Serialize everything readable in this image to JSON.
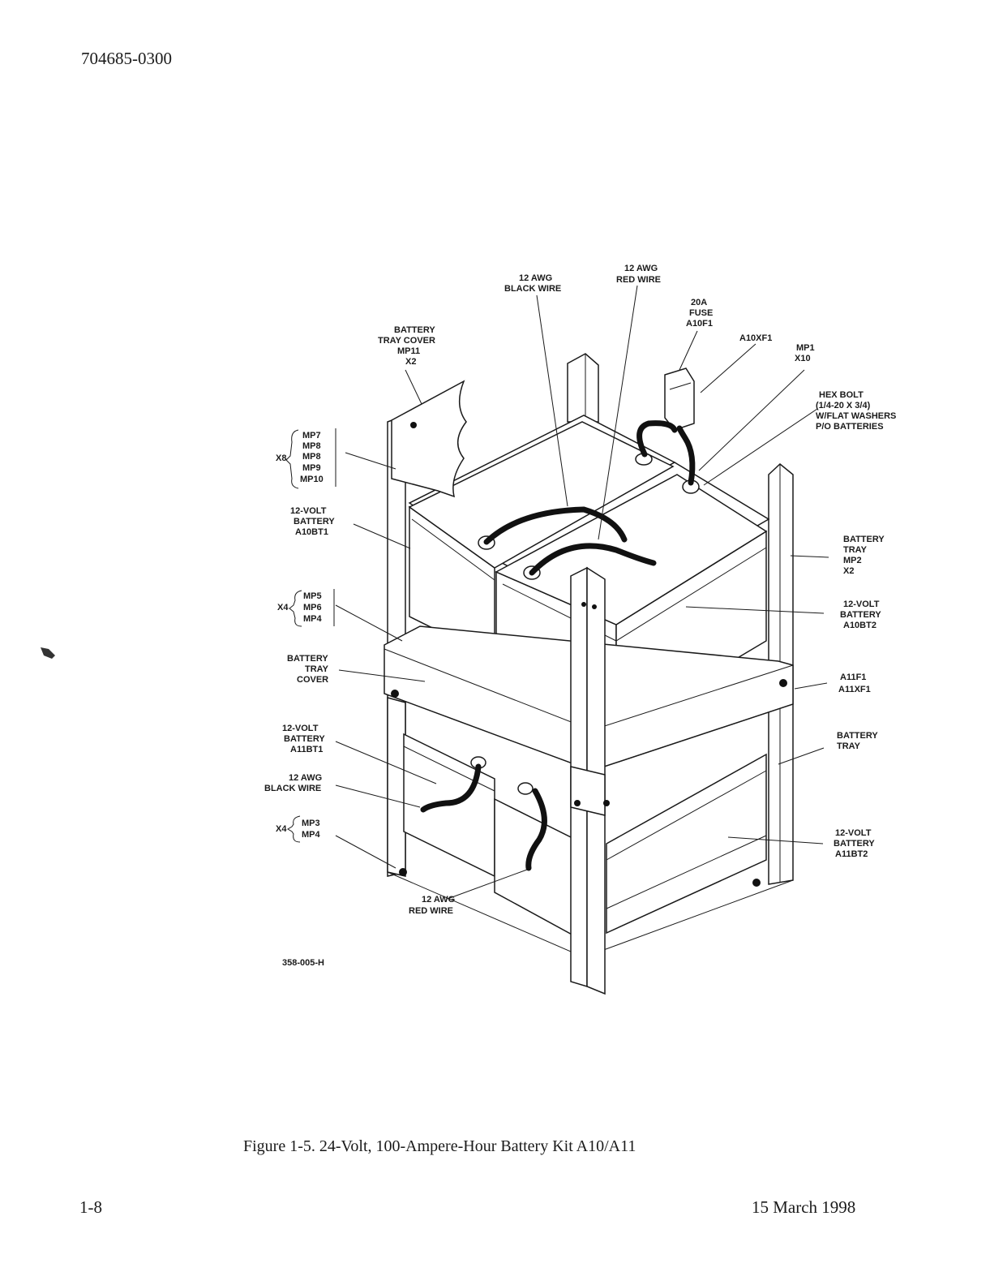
{
  "header": {
    "doc_number": "704685-0300"
  },
  "figure": {
    "caption": "Figure 1-5.  24-Volt, 100-Ampere-Hour Battery Kit A10/A11",
    "drawing_number": "358-005-H",
    "labels": {
      "black_wire_top": [
        "12 AWG",
        "BLACK WIRE"
      ],
      "red_wire_top": [
        "12 AWG",
        "RED WIRE"
      ],
      "fuse": [
        "20A",
        "FUSE",
        "A10F1"
      ],
      "fuse_holder": [
        "A10XF1"
      ],
      "mp1": [
        "MP1",
        "X10"
      ],
      "hex_bolt": [
        "HEX BOLT",
        "(1/4-20 X 3/4)",
        "W/FLAT WASHERS",
        "P/O BATTERIES"
      ],
      "tray_cover_top": [
        "BATTERY",
        "TRAY COVER",
        "MP11",
        "X2"
      ],
      "group_x8": {
        "qty": "X8",
        "items": [
          "MP7",
          "MP8",
          "MP8",
          "MP9",
          "MP10"
        ]
      },
      "battery_a10bt1": [
        "12-VOLT",
        "BATTERY",
        "A10BT1"
      ],
      "battery_tray_mp2": [
        "BATTERY",
        "TRAY",
        "MP2",
        "X2"
      ],
      "group_x4_upper": {
        "qty": "X4",
        "items": [
          "MP5",
          "MP6",
          "MP4"
        ]
      },
      "battery_a10bt2": [
        "12-VOLT",
        "BATTERY",
        "A10BT2"
      ],
      "tray_cover_mid": [
        "BATTERY",
        "TRAY",
        "COVER"
      ],
      "a11_fuse": [
        "A11F1",
        "A11XF1"
      ],
      "battery_a11bt1": [
        "12-VOLT",
        "BATTERY",
        "A11BT1"
      ],
      "battery_tray_lower": [
        "BATTERY",
        "TRAY"
      ],
      "black_wire_bottom": [
        "12 AWG",
        "BLACK WIRE"
      ],
      "group_x4_lower": {
        "qty": "X4",
        "items": [
          "MP3",
          "MP4"
        ]
      },
      "battery_a11bt2": [
        "12-VOLT",
        "BATTERY",
        "A11BT2"
      ],
      "red_wire_bottom": [
        "12 AWG",
        "RED WIRE"
      ]
    }
  },
  "footer": {
    "page_number": "1-8",
    "date": "15 March 1998"
  }
}
